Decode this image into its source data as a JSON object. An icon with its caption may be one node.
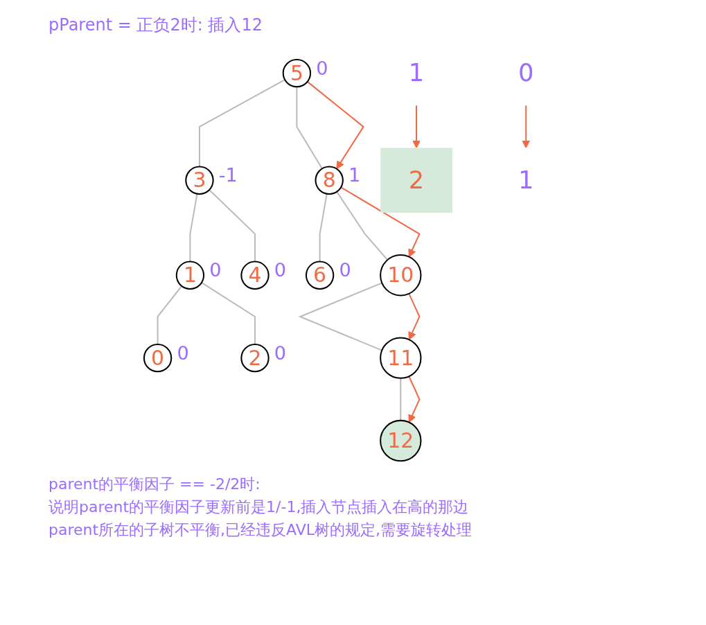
{
  "diagram": {
    "title": "pParent = 正负2时: 插入12",
    "nodes": [
      {
        "text": [
          "5"
        ],
        "beside": [
          "0"
        ]
      },
      {
        "text": [
          "3"
        ],
        "beside": [
          "-1"
        ]
      },
      {
        "text": [
          "8"
        ],
        "beside": [
          "1"
        ]
      },
      {
        "text": [
          "1"
        ]
      },
      {
        "text": [
          "2"
        ]
      },
      {
        "text": [
          "1"
        ],
        "beside": [
          "0"
        ]
      },
      {
        "text": [
          "4"
        ],
        "beside": [
          "0"
        ]
      },
      {
        "text": [
          "6"
        ],
        "beside": [
          "0"
        ]
      },
      {
        "text": [
          "10"
        ]
      },
      {
        "text": [
          "0"
        ],
        "beside": [
          "0"
        ]
      },
      {
        "text": [
          "2"
        ],
        "beside": [
          "0"
        ]
      },
      {
        "text": [
          "0"
        ]
      },
      {
        "text": [
          "1"
        ]
      },
      {
        "text": [
          "11"
        ]
      },
      {
        "text": [
          "12"
        ]
      }
    ],
    "edges": [
      {
        "from": 0,
        "to": 1,
        "arrow": "none"
      },
      {
        "from": 0,
        "to": 2,
        "arrow": "none"
      },
      {
        "from": 1,
        "to": 5,
        "arrow": "none"
      },
      {
        "from": 1,
        "to": 6,
        "arrow": "none"
      },
      {
        "from": 2,
        "to": 7,
        "arrow": "none"
      },
      {
        "from": 2,
        "to": 8,
        "arrow": "none"
      },
      {
        "from": 5,
        "to": 9,
        "arrow": "none"
      },
      {
        "from": 5,
        "to": 10,
        "arrow": "none"
      },
      {
        "from": 8,
        "to": 13,
        "arrow": "none"
      },
      {
        "from": 13,
        "to": 14,
        "arrow": "none"
      },
      {
        "from": 0,
        "to": 2,
        "arrow": "to",
        "color": "#f06a45"
      },
      {
        "from": 2,
        "to": 8,
        "arrow": "to",
        "color": "#f06a45"
      },
      {
        "from": 3,
        "to": 4,
        "arrow": "to",
        "color": "#f06a45"
      },
      {
        "from": 8,
        "to": 13,
        "arrow": "to",
        "color": "#f06a45"
      },
      {
        "from": 11,
        "to": 12,
        "arrow": "to",
        "color": "#f06a45"
      },
      {
        "from": 13,
        "to": 14,
        "arrow": "to",
        "color": "#f06a45"
      }
    ],
    "labels": [
      "parent的平衡因子 == -2/2时:",
      "说明parent的平衡因子更新前是1/-1,插入节点插入在高的那边",
      "parent所在的子树不平衡,已经违反AVL树的规定,需要旋转处理"
    ]
  }
}
